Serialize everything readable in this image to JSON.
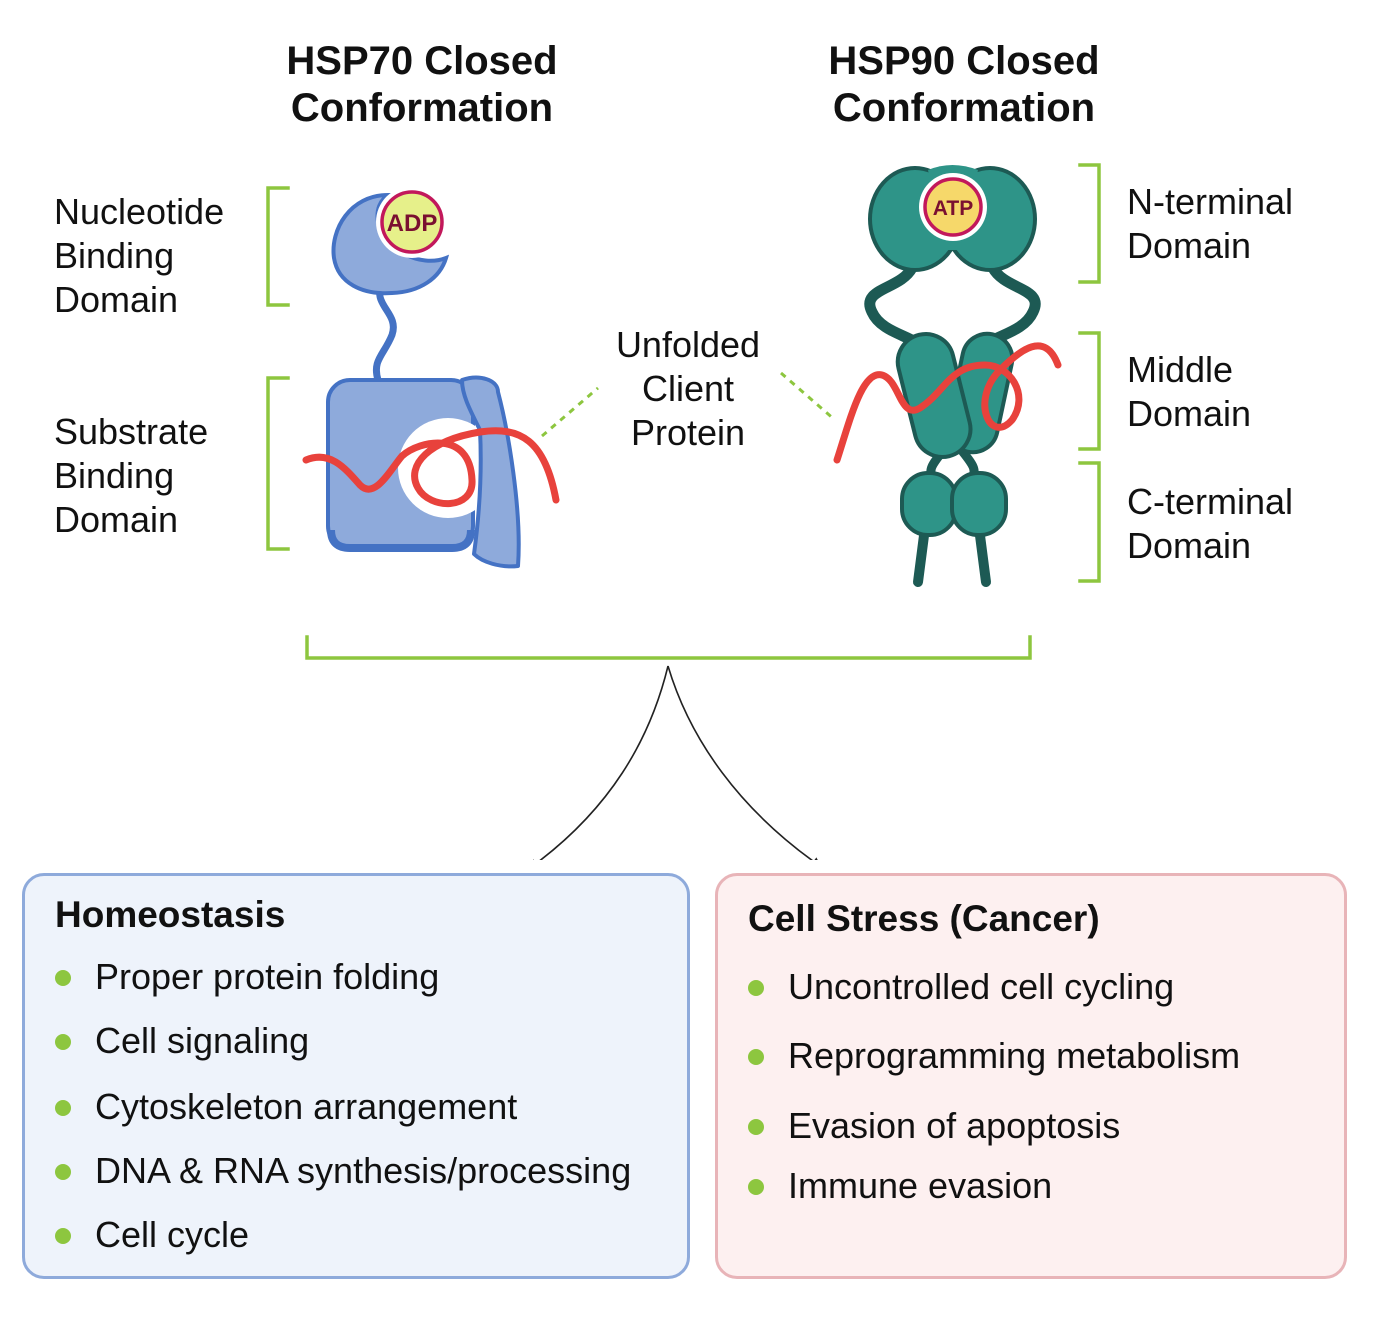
{
  "hsp70": {
    "title": "HSP70 Closed\nConformation",
    "nucleotide_label": "Nucleotide\nBinding\nDomain",
    "substrate_label": "Substrate\nBinding\nDomain",
    "adp": "ADP"
  },
  "hsp90": {
    "title": "HSP90 Closed\nConformation",
    "n_terminal": "N-terminal\nDomain",
    "middle": "Middle\nDomain",
    "c_terminal": "C-terminal\nDomain",
    "atp": "ATP"
  },
  "client": {
    "label": "Unfolded\nClient\nProtein"
  },
  "homeostasis": {
    "title": "Homeostasis",
    "items": [
      "Proper protein folding",
      "Cell signaling",
      "Cytoskeleton arrangement",
      "DNA & RNA synthesis/processing",
      "Cell cycle"
    ]
  },
  "stress": {
    "title": "Cell Stress (Cancer)",
    "items": [
      "Uncontrolled cell cycling",
      "Reprogramming metabolism",
      "Evasion of apoptosis",
      "Immune evasion"
    ]
  },
  "colors": {
    "bracket": "#8dc63f",
    "hsp70_fill": "#8eaadb",
    "hsp70_edge": "#4472c4",
    "hsp90_fill": "#2e9488",
    "hsp90_edge": "#1d5a54",
    "client_strand": "#e8423c",
    "homeostasis_bg": "#eef3fb",
    "homeostasis_border": "#8eaadb",
    "stress_bg": "#fdf0f0",
    "stress_border": "#e8b4b8"
  }
}
